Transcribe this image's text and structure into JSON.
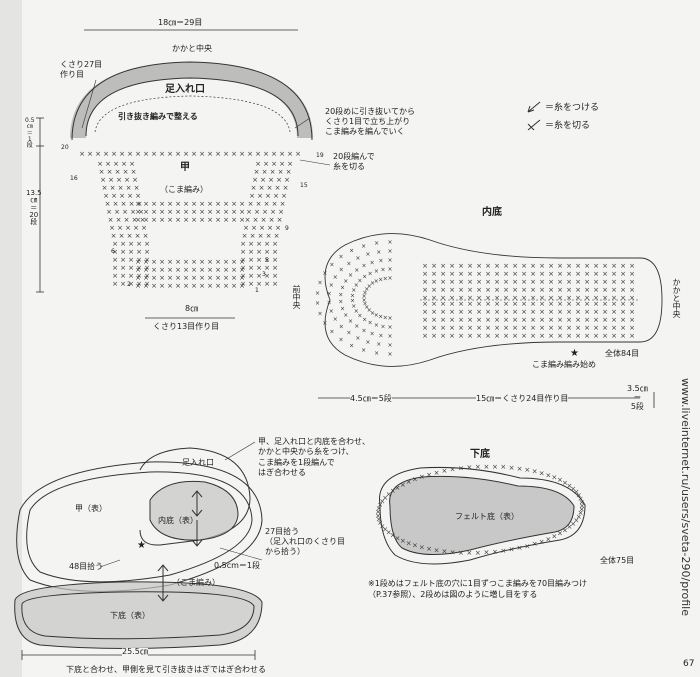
{
  "upper": {
    "top_dim": "18㎝＝29目",
    "heel_center": "かかと中央",
    "chain27": "くさり27目\n作り目",
    "opening": "足入れ口",
    "slip_stitch_note": "引き抜き編みで整える",
    "row20_note": "20段めに引き抜いてから\nくさり1目で立ち上がり\nこま編みを編んでいく",
    "cut_note": "20段編んで\n糸を切る",
    "instep": "甲",
    "sc": "（こま編み）",
    "bottom_dim": "8㎝",
    "chain13": "くさり13目作り目",
    "left_dim_1": "0.5\n㎝\n＝\n1\n段",
    "left_dim_2": "13.5\n㎝\n＝\n20\n段",
    "row_numbers_left": [
      "20",
      "16",
      "6",
      "2"
    ],
    "row_numbers_right": [
      "19",
      "15",
      "9",
      "5",
      "3",
      "1"
    ]
  },
  "legend": {
    "attach": "＝糸をつける",
    "cut": "＝糸を切る"
  },
  "insole": {
    "title": "内底",
    "front_center": "前中央",
    "heel_center": "かかと中央",
    "total": "全体84目",
    "start": "こま編み編み始め",
    "dim_a": "4.5㎝＝5段",
    "dim_b": "15㎝＝くさり24目作り目",
    "dim_c": "3.5㎝\n＝\n5段"
  },
  "assembly": {
    "note": "甲、足入れ口と内底を合わせ、\nかかと中央から糸をつけ、\nこま編みを1段編んで\nはぎ合わせる",
    "opening": "足入れ口",
    "upper_face": "甲（表）",
    "insole_face": "内底（表）",
    "pick27": "27目拾う\n（足入れ口のくさり目\nから拾う）",
    "pick48": "48目拾う",
    "sc": "（こま編み）",
    "gap": "0.5cm＝1段",
    "sole_face": "下底（表）",
    "length": "25.5㎝",
    "join_note": "下底と合わせ、甲側を見て引き抜きはぎではぎ合わせる"
  },
  "outsole": {
    "title": "下底",
    "felt": "フェルト底（表）",
    "total": "全体75目",
    "note": "※1段めはフェルト底の穴に1目ずつこま編みを70目編みつけ\n（P.37参照）、2段めは図のように増し目をする"
  },
  "page_number": "67",
  "watermark": "www.liveinternet.ru/users/sveta-290/profile"
}
